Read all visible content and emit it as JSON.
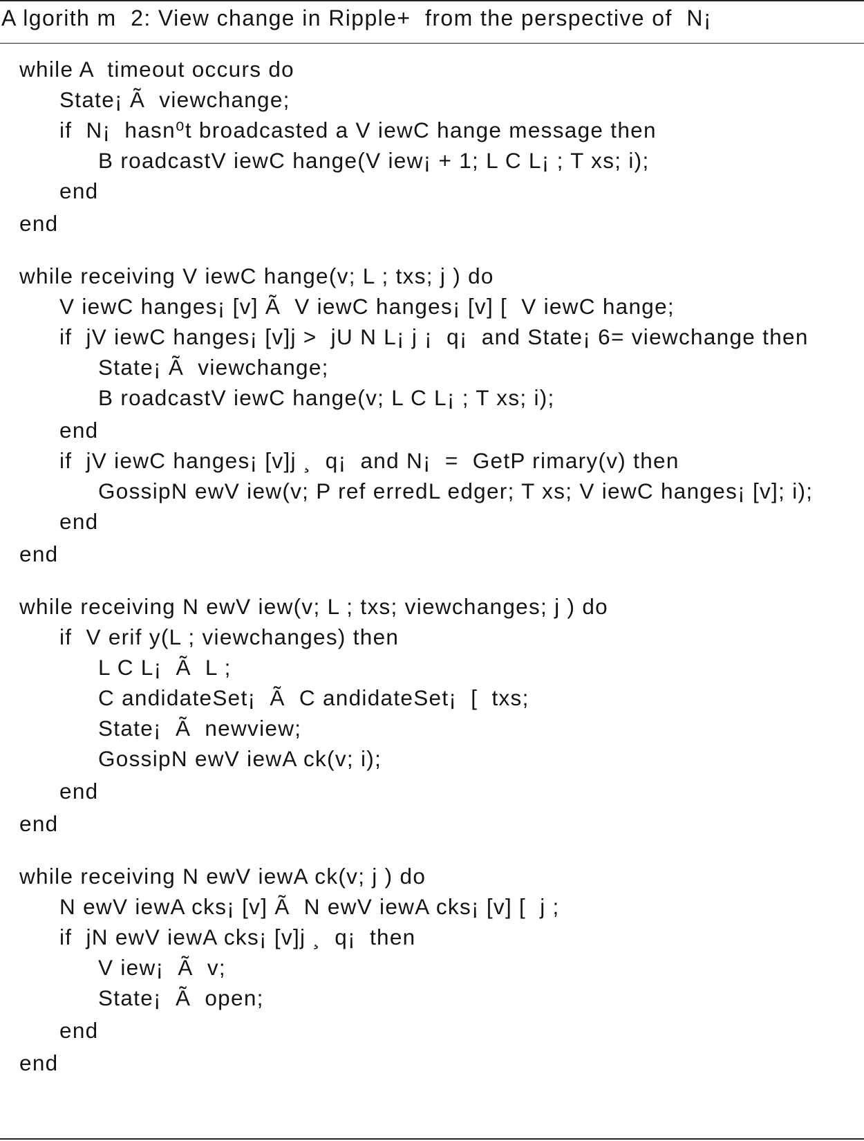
{
  "caption": "A lgorith m  2: View change in Ripple+  from the perspective of  N¡",
  "lines": [
    {
      "indent": 0,
      "text": "while A  timeout occurs do"
    },
    {
      "indent": 1,
      "text": "State¡ Ã  viewchange;"
    },
    {
      "indent": 1,
      "text": "if  N¡  hasn⁰t broadcasted a V iewC hange message then"
    },
    {
      "indent": 2,
      "text": "B roadcastV iewC hange(V iew¡ + 1; L C L¡ ; T xs; i);"
    },
    {
      "indent": 1,
      "text": "end"
    },
    {
      "indent": 0,
      "text": "end"
    },
    {
      "indent": 0,
      "text": "while receiving V iewC hange(v; L ; txs; j ) do"
    },
    {
      "indent": 1,
      "text": "V iewC hanges¡ [v] Ã  V iewC hanges¡ [v] [  V iewC hange;"
    },
    {
      "indent": 1,
      "text": "if  jV iewC hanges¡ [v]j >  jU N L¡ j ¡  q¡  and State¡ 6= viewchange then"
    },
    {
      "indent": 2,
      "text": "State¡ Ã  viewchange;"
    },
    {
      "indent": 2,
      "text": "B roadcastV iewC hange(v; L C L¡ ; T xs; i);"
    },
    {
      "indent": 1,
      "text": "end"
    },
    {
      "indent": 1,
      "text": "if  jV iewC hanges¡ [v]j ¸  q¡  and N¡  =  GetP rimary(v) then"
    },
    {
      "indent": 2,
      "text": "GossipN ewV iew(v; P ref erredL edger; T xs; V iewC hanges¡ [v]; i);"
    },
    {
      "indent": 1,
      "text": "end"
    },
    {
      "indent": 0,
      "text": "end"
    },
    {
      "indent": 0,
      "text": "while receiving N ewV iew(v; L ; txs; viewchanges; j ) do"
    },
    {
      "indent": 1,
      "text": "if  V erif y(L ; viewchanges) then"
    },
    {
      "indent": 2,
      "text": "L C L¡  Ã  L ;"
    },
    {
      "indent": 2,
      "text": "C andidateSet¡  Ã  C andidateSet¡  [  txs;"
    },
    {
      "indent": 2,
      "text": "State¡  Ã  newview;"
    },
    {
      "indent": 2,
      "text": "GossipN ewV iewA ck(v; i);"
    },
    {
      "indent": 1,
      "text": "end"
    },
    {
      "indent": 0,
      "text": "end"
    },
    {
      "indent": 0,
      "text": "while receiving N ewV iewA ck(v; j ) do"
    },
    {
      "indent": 1,
      "text": "N ewV iewA cks¡ [v] Ã  N ewV iewA cks¡ [v] [  j ;"
    },
    {
      "indent": 1,
      "text": "if  jN ewV iewA cks¡ [v]j ¸  q¡  then"
    },
    {
      "indent": 2,
      "text": "V iew¡  Ã  v;"
    },
    {
      "indent": 2,
      "text": "State¡  Ã  open;"
    },
    {
      "indent": 1,
      "text": "end"
    },
    {
      "indent": 0,
      "text": "end"
    }
  ]
}
